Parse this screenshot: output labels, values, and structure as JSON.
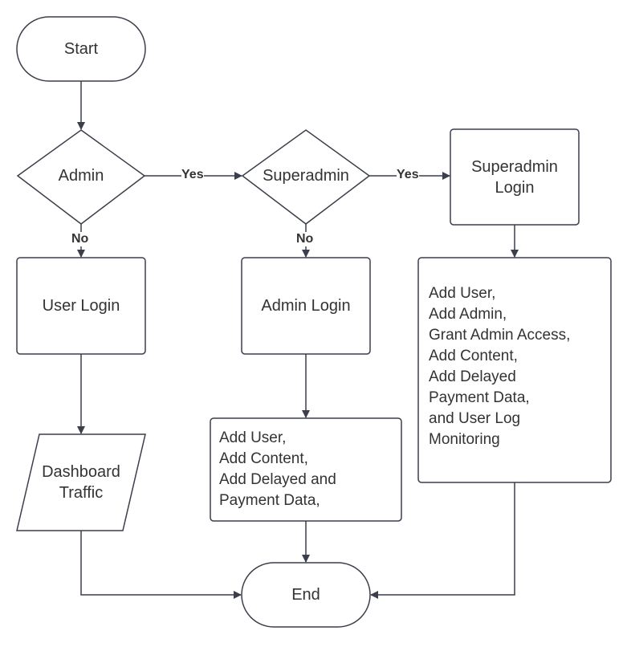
{
  "diagram": {
    "colors": {
      "stroke": "#3a3f4b",
      "text": "#333333",
      "fill": "#ffffff"
    },
    "nodes": {
      "start": "Start",
      "admin_decision": "Admin",
      "superadmin_decision": "Superadmin",
      "superadmin_login": "Superadmin\nLogin",
      "user_login": "User Login",
      "admin_login": "Admin Login",
      "superadmin_tasks": "Add User,\nAdd Admin,\nGrant Admin Access,\nAdd Content,\nAdd Delayed\nPayment Data,\nand User Log\nMonitoring",
      "dashboard_traffic": "Dashboard\nTraffic",
      "admin_tasks": "Add User,\nAdd Content,\nAdd Delayed and\nPayment Data,",
      "end": "End"
    },
    "edges": {
      "admin_yes": "Yes",
      "admin_no": "No",
      "superadmin_yes": "Yes",
      "superadmin_no": "No"
    }
  }
}
